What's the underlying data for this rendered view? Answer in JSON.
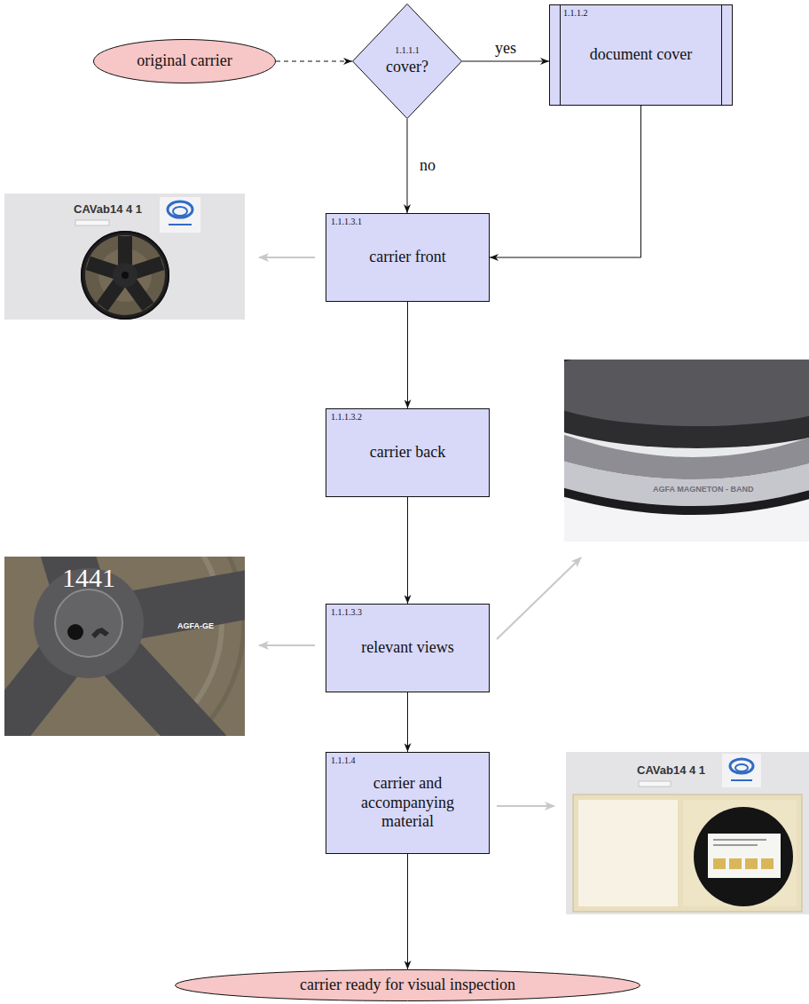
{
  "diagram": {
    "nodes": [
      {
        "text": [
          "original carrier"
        ]
      },
      {
        "text": [
          "1.1.1.1",
          "cover?"
        ]
      },
      {
        "text": [
          "1.1.1.2",
          "document cover"
        ]
      },
      {
        "text": [
          "1.1.1.3.1",
          "carrier front"
        ]
      },
      {
        "text": [
          "1.1.1.3.2",
          "carrier back"
        ]
      },
      {
        "text": [
          "1.1.1.3.3",
          "relevant views"
        ]
      },
      {
        "text": [
          "1.1.1.4",
          "carrier and accompanying material"
        ]
      },
      {
        "text": [
          "carrier ready for visual inspection"
        ]
      }
    ],
    "edges": [
      {
        "from": 0,
        "to": 1,
        "arrow": "to"
      },
      {
        "from": 1,
        "to": 2,
        "label": "yes",
        "arrow": "to"
      },
      {
        "from": 1,
        "to": 3,
        "label": "no",
        "arrow": "to"
      },
      {
        "from": 2,
        "to": 3,
        "arrow": "to"
      },
      {
        "from": 3,
        "to": 4,
        "arrow": "to"
      },
      {
        "from": 4,
        "to": 5,
        "arrow": "to"
      },
      {
        "from": 5,
        "to": 6,
        "arrow": "to"
      },
      {
        "from": 6,
        "to": 7,
        "arrow": "to"
      }
    ],
    "labels": [
      "CAVab14 4 1",
      "1441",
      "AGFA-GE",
      "AGFA MAGNETON - BAND",
      "CAVab14 4 1"
    ]
  }
}
